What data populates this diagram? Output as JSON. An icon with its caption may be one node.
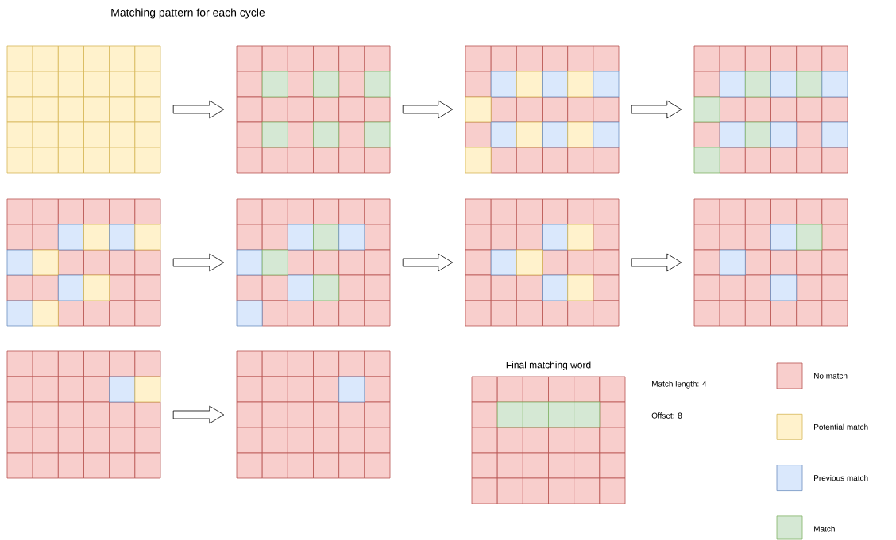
{
  "diagram": {
    "title": "Matching pattern for each cycle",
    "nodes": [
      {
        "text": [],
        "shape": "grid"
      },
      {
        "text": [],
        "shape": "grid"
      },
      {
        "text": [],
        "shape": "grid"
      },
      {
        "text": [],
        "shape": "grid"
      },
      {
        "text": [],
        "shape": "grid"
      },
      {
        "text": [],
        "shape": "grid"
      },
      {
        "text": [],
        "shape": "grid"
      },
      {
        "text": [],
        "shape": "grid"
      },
      {
        "text": [],
        "shape": "grid"
      },
      {
        "text": [],
        "shape": "grid"
      },
      {
        "text": [
          "Final matching word"
        ]
      }
    ],
    "edges": [
      {
        "from": 0,
        "to": 1,
        "arrow": "to"
      },
      {
        "from": 1,
        "to": 2,
        "arrow": "to"
      },
      {
        "from": 2,
        "to": 3,
        "arrow": "to"
      },
      {
        "from": 4,
        "to": 5,
        "arrow": "to"
      },
      {
        "from": 5,
        "to": 6,
        "arrow": "to"
      },
      {
        "from": 6,
        "to": 7,
        "arrow": "to"
      },
      {
        "from": 8,
        "to": 9,
        "arrow": "to"
      }
    ],
    "labels": [
      "Match length: 4",
      "Offset: 8"
    ],
    "legend": [
      {
        "text": "No match",
        "color": "#f8cecc"
      },
      {
        "text": "Potential match",
        "color": "#fff2cc"
      },
      {
        "text": "Previous match",
        "color": "#dae8fc"
      },
      {
        "text": "Match",
        "color": "#d5e8d4"
      }
    ]
  }
}
